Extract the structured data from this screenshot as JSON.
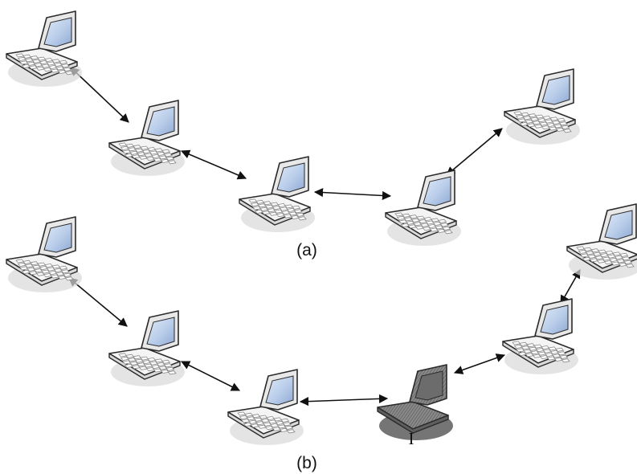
{
  "colors": {
    "background": "#ffffff",
    "laptop_body": "#f4f4f4",
    "laptop_outline": "#2a2a2a",
    "screen": "#bcd0ec",
    "key": "#ffffff",
    "shadow": "#d8d8d8",
    "arrow": "#111111",
    "intruder_fill": "#7a7a7a",
    "intruder_shadow": "#6e6e6e"
  },
  "panel_a": {
    "caption": "(a)",
    "nodes": [
      "laptop",
      "laptop",
      "laptop",
      "laptop",
      "laptop"
    ],
    "links": [
      [
        0,
        1
      ],
      [
        1,
        2
      ],
      [
        2,
        3
      ],
      [
        3,
        4
      ]
    ]
  },
  "panel_b": {
    "caption": "(b)",
    "nodes": [
      "laptop",
      "laptop",
      "laptop",
      "intruder",
      "laptop",
      "laptop"
    ],
    "intruder_label": "I",
    "links": [
      [
        0,
        1
      ],
      [
        1,
        2
      ],
      [
        2,
        3
      ],
      [
        3,
        4
      ],
      [
        4,
        5
      ]
    ]
  }
}
